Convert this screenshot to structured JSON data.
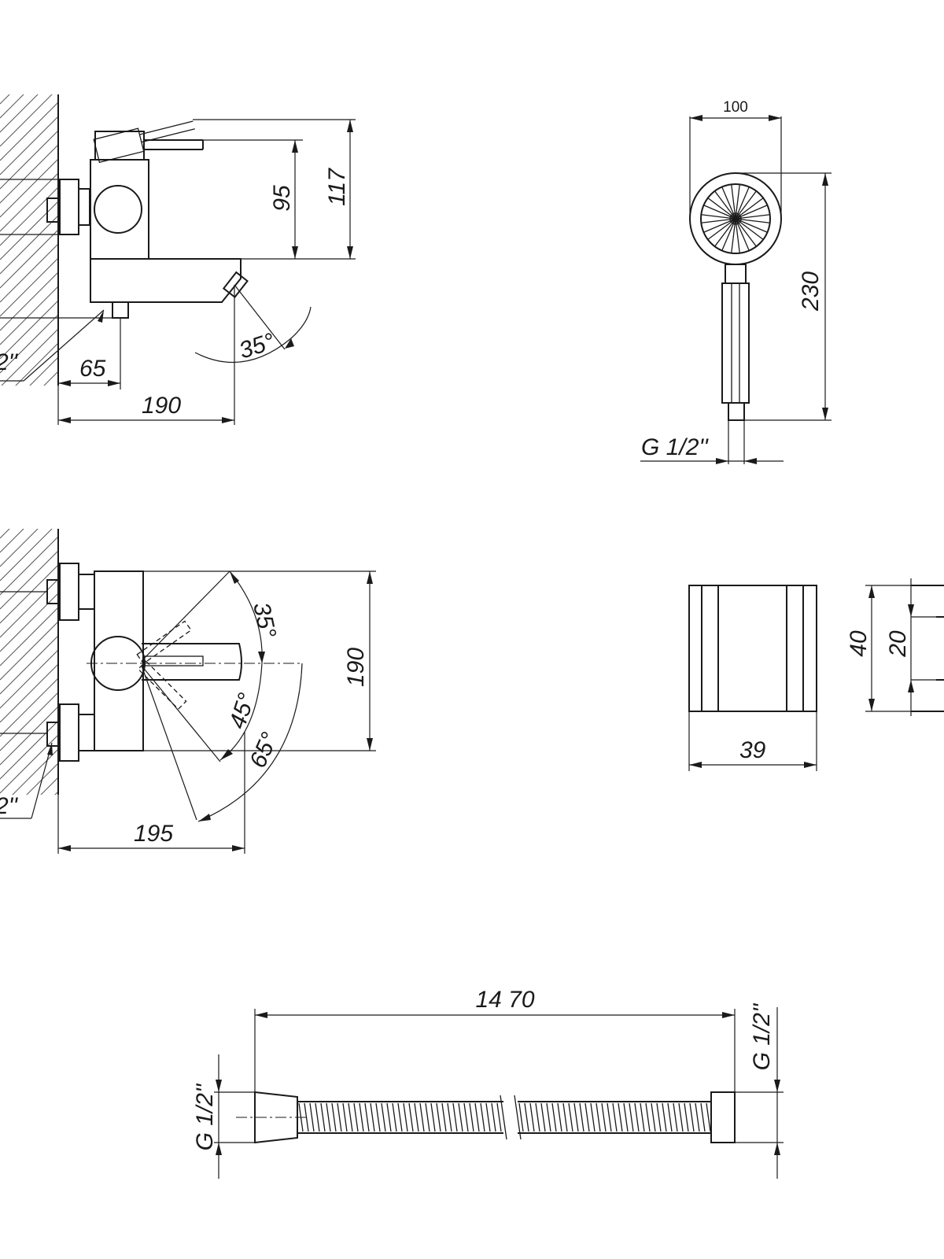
{
  "mixer_side_view": {
    "height_95": "95",
    "height_117": "117",
    "angle_35": "35°",
    "offset_65": "65",
    "depth_190": "190",
    "thread_label": "2''"
  },
  "mixer_top_view": {
    "angle_35": "35°",
    "angle_45": "45°",
    "angle_65": "65°",
    "width_190": "190",
    "depth_195": "195",
    "thread_label": "2''"
  },
  "hand_shower": {
    "head_diameter": "100",
    "length": "230",
    "thread_label": "G 1/2''"
  },
  "wall_holder": {
    "width": "39",
    "height": "40",
    "inner": "20"
  },
  "hose": {
    "length": "14 70",
    "thread_left": "G 1/2''",
    "thread_right": "G 1/2''"
  }
}
